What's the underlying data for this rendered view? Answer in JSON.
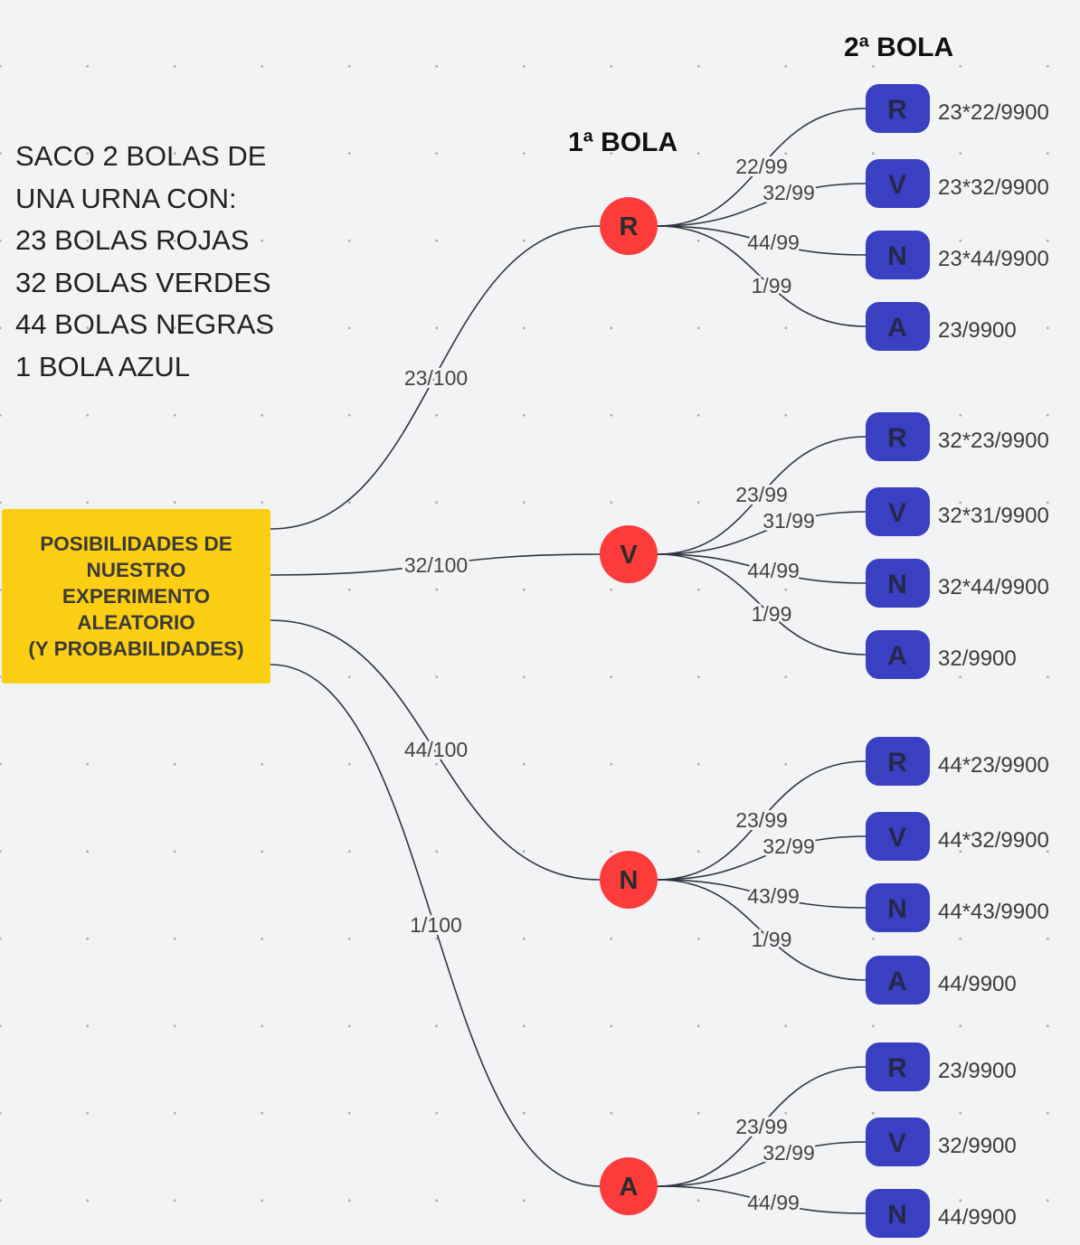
{
  "intro_lines": [
    "SACO 2 BOLAS DE",
    "UNA URNA CON:",
    "23 BOLAS ROJAS",
    "32 BOLAS VERDES",
    "44 BOLAS NEGRAS",
    "1 BOLA AZUL"
  ],
  "headings": {
    "first": "1ª BOLA",
    "second": "2ª BOLA"
  },
  "root_lines": [
    "POSIBILIDADES DE",
    "NUESTRO",
    "EXPERIMENTO",
    "ALEATORIO",
    "(Y PROBABILIDADES)"
  ],
  "colors": {
    "root": "#fcce14",
    "first_ball": "#fc3b3b",
    "second_ball": "#3a40c2",
    "edge": "#2f3540"
  },
  "tree": [
    {
      "label": "R",
      "prob": "23/100",
      "children": [
        {
          "label": "R",
          "prob": "22/99",
          "result": "23*22/9900"
        },
        {
          "label": "V",
          "prob": "32/99",
          "result": "23*32/9900"
        },
        {
          "label": "N",
          "prob": "44/99",
          "result": "23*44/9900"
        },
        {
          "label": "A",
          "prob": "1/99",
          "result": "23/9900"
        }
      ]
    },
    {
      "label": "V",
      "prob": "32/100",
      "children": [
        {
          "label": "R",
          "prob": "23/99",
          "result": "32*23/9900"
        },
        {
          "label": "V",
          "prob": "31/99",
          "result": "32*31/9900"
        },
        {
          "label": "N",
          "prob": "44/99",
          "result": "32*44/9900"
        },
        {
          "label": "A",
          "prob": "1/99",
          "result": "32/9900"
        }
      ]
    },
    {
      "label": "N",
      "prob": "44/100",
      "children": [
        {
          "label": "R",
          "prob": "23/99",
          "result": "44*23/9900"
        },
        {
          "label": "V",
          "prob": "32/99",
          "result": "44*32/9900"
        },
        {
          "label": "N",
          "prob": "43/99",
          "result": "44*43/9900"
        },
        {
          "label": "A",
          "prob": "1/99",
          "result": "44/9900"
        }
      ]
    },
    {
      "label": "A",
      "prob": "1/100",
      "children": [
        {
          "label": "R",
          "prob": "23/99",
          "result": "23/9900"
        },
        {
          "label": "V",
          "prob": "32/99",
          "result": "32/9900"
        },
        {
          "label": "N",
          "prob": "44/99",
          "result": "44/9900"
        }
      ]
    }
  ]
}
